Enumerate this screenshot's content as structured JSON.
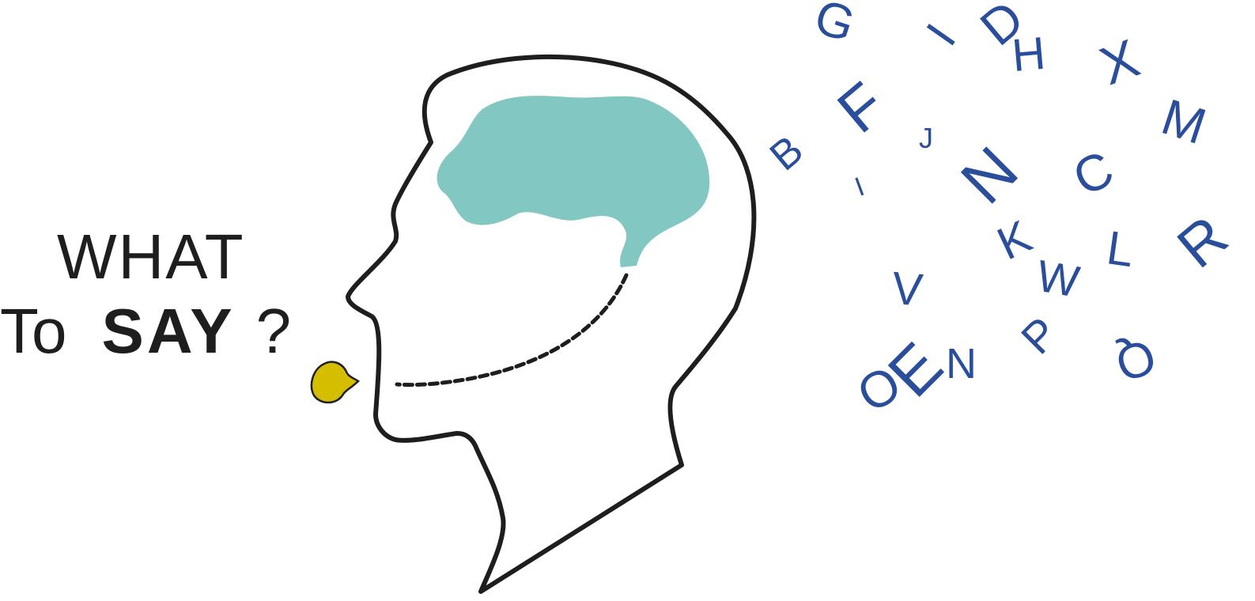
{
  "headline": {
    "line1": "WHAT",
    "line2_to": "To",
    "line2_say": "SAY",
    "line2_q": "?"
  },
  "letters": [
    "G",
    "I",
    "D",
    "H",
    "X",
    "F",
    "J",
    "M",
    "B",
    "N",
    "C",
    "I",
    "K",
    "R",
    "L",
    "W",
    "V",
    "E",
    "N",
    "P",
    "Q",
    "O"
  ],
  "colors": {
    "outline": "#1e1e1e",
    "brain": "#83c7c3",
    "speech_bubble": "#d5bd00",
    "letters": "#2a4e9b"
  },
  "icons": {
    "head": "head-profile-icon",
    "brain": "brain-icon",
    "speech": "speech-bubble-icon"
  }
}
